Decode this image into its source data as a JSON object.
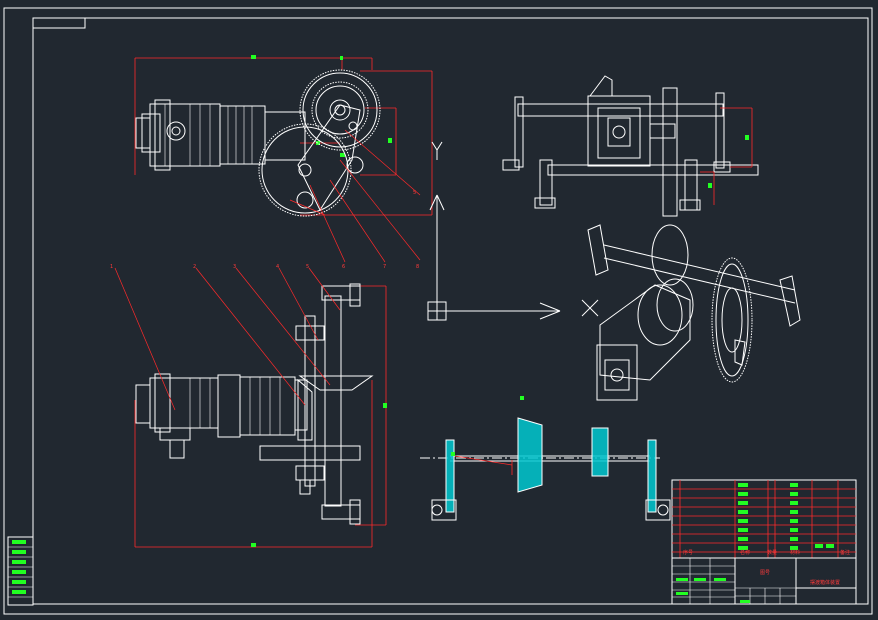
{
  "drawing": {
    "background": "#212830",
    "line_color": "#ffffff",
    "dimension_color": "#ff2a2a",
    "highlight_color": "#22ff22",
    "hatch_color": "#00c8d0"
  },
  "views": [
    {
      "id": "top-view",
      "label": ""
    },
    {
      "id": "front-view",
      "label": ""
    },
    {
      "id": "side-view",
      "label": ""
    },
    {
      "id": "isometric-view",
      "label": ""
    },
    {
      "id": "section-view",
      "label": ""
    }
  ],
  "balloons_front": [
    "1",
    "2",
    "3",
    "4",
    "5"
  ],
  "balloons_top": [
    "5",
    "6",
    "7",
    "8"
  ],
  "ucs": {
    "y_axis": "Y",
    "x_axis": "X"
  },
  "title_block": {
    "col_headers": [
      "序号",
      "名称",
      "数量",
      "材料",
      "备注"
    ],
    "name_label": "图号",
    "drawing_name": "摆渡箱体装置"
  },
  "icons": {
    "ucs": "ucs-icon",
    "arrow": "arrow-icon"
  }
}
